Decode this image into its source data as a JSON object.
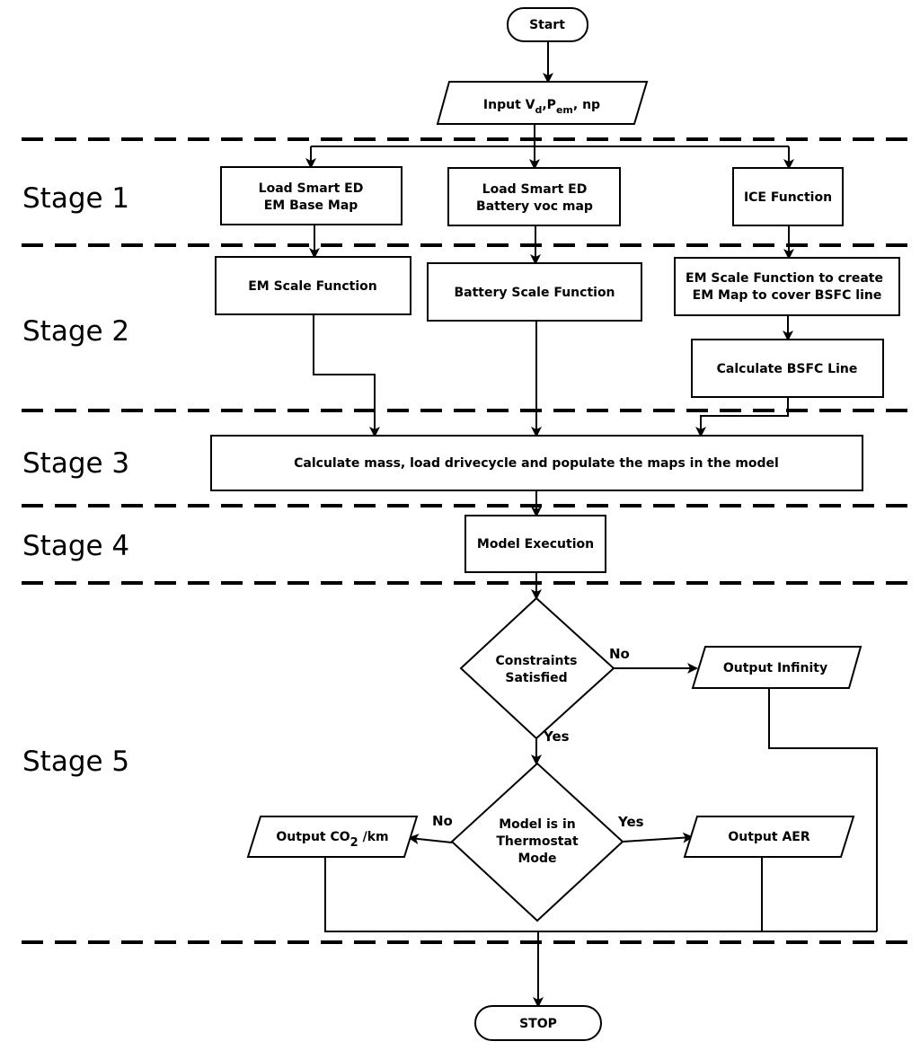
{
  "stages": [
    "Stage 1",
    "Stage 2",
    "Stage 3",
    "Stage 4",
    "Stage 5"
  ],
  "nodes": {
    "start": "Start",
    "input": {
      "prefix": "Input V",
      "sub1": "d",
      "mid": ",P",
      "sub2": "em",
      "suffix": ", np"
    },
    "load_em": [
      "Load Smart ED",
      "EM Base Map"
    ],
    "load_batt": [
      "Load Smart ED",
      "Battery voc map"
    ],
    "ice": "ICE Function",
    "em_scale": "EM Scale Function",
    "batt_scale": "Battery Scale Function",
    "em_scale_bsfc": [
      "EM Scale Function to create",
      "EM Map to cover BSFC line"
    ],
    "bsfc": "Calculate BSFC Line",
    "calc_mass": "Calculate mass, load drivecycle and populate the maps in the model",
    "model_exec": "Model Execution",
    "constraints": [
      "Constraints",
      "Satisfied"
    ],
    "output_inf": "Output Infinity",
    "thermostat": [
      "Model is in",
      "Thermostat",
      "Mode"
    ],
    "output_co2": {
      "prefix": "Output CO",
      "sub": "2",
      "suffix": " /km"
    },
    "output_aer": "Output AER",
    "stop": "STOP"
  },
  "edge_labels": {
    "constraints_no": "No",
    "constraints_yes": "Yes",
    "thermostat_no": "No",
    "thermostat_yes": "Yes"
  }
}
